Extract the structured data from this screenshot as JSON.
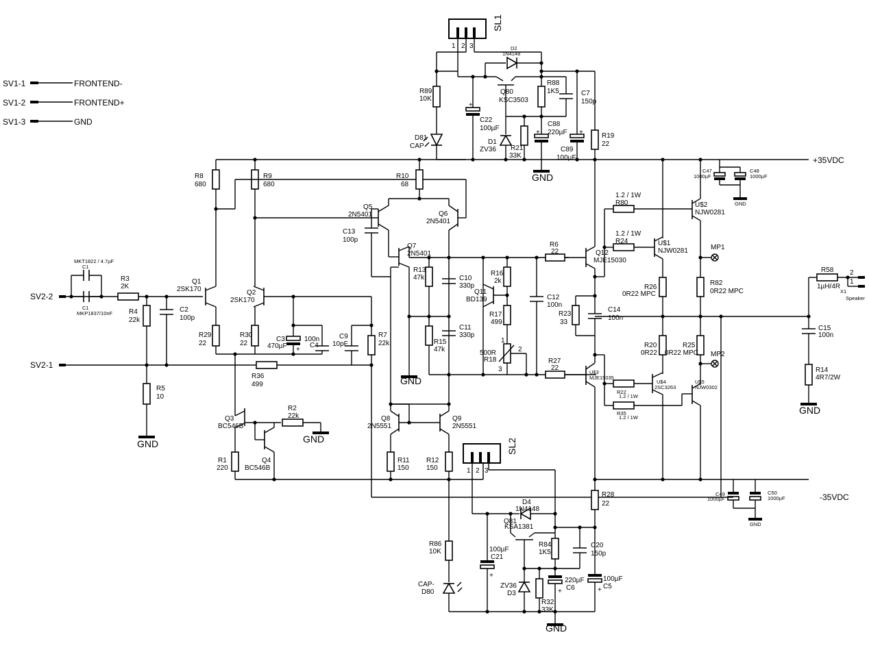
{
  "connectors": {
    "sv1_1": "SV1-1",
    "sv1_2": "SV1-2",
    "sv1_3": "SV1-3",
    "frontend_minus": "FRONTEND-",
    "frontend_plus": "FRONTEND+",
    "gnd": "GND",
    "sv2_2": "SV2-2",
    "sv2_1": "SV2-1",
    "sl1": "SL1",
    "sl2": "SL2",
    "pos_rail": "+35VDC",
    "neg_rail": "-35VDC",
    "pin1": "1",
    "pin2": "2",
    "pin3": "3",
    "x1": "X1",
    "speaker": "Speaker",
    "mp1": "MP1",
    "mp2": "MP2"
  },
  "parts": {
    "r1": "R1",
    "r1_v": "220",
    "r2": "R2",
    "r2_v": "22k",
    "r3": "R3",
    "r3_v": "2K",
    "r4": "R4",
    "r4_v": "22k",
    "r5": "R5",
    "r5_v": "10",
    "r6": "R6",
    "r6_v": "22",
    "r7": "R7",
    "r7_v": "22k",
    "r8": "R8",
    "r8_v": "680",
    "r9": "R9",
    "r9_v": "680",
    "r10": "R10",
    "r10_v": "68",
    "r11": "R11",
    "r11_v": "150",
    "r12": "R12",
    "r12_v": "150",
    "r13": "R13",
    "r13_v": "47k",
    "r14": "R14",
    "r14_v": "4R7/2W",
    "r15": "R15",
    "r15_v": "47k",
    "r16": "R16",
    "r16_v": "2k",
    "r17": "R17",
    "r17_v": "499",
    "r18": "R18",
    "r18_v": "500R",
    "r19": "R19",
    "r19_v": "22",
    "r20": "R20",
    "r20_v": "0R22",
    "r21": "R21",
    "r21_v": "33K",
    "r22": "R22",
    "r22_v": "1.2 / 1W",
    "r23": "R23",
    "r23_v": "33",
    "r24": "R24",
    "r24_v": "1.2 / 1W",
    "r25": "R25",
    "r25_v": "0R22 MPC",
    "r26": "R26",
    "r26_v": "0R22 MPC",
    "r27": "R27",
    "r27_v": "22",
    "r28": "R28",
    "r28_v": "22",
    "r29": "R29",
    "r29_v": "22",
    "r30": "R30",
    "r30_v": "22",
    "r32": "R32",
    "r32_v": "33K",
    "r35": "R35",
    "r35_v": "1.2 / 1W",
    "r36": "R36",
    "r36_v": "499",
    "r58": "R58",
    "r58_v": "1µH/4R",
    "r80": "R80",
    "r80_v": "1.2 / 1W",
    "r82": "R82",
    "r82_v": "0R22 MPC",
    "r84": "R84",
    "r84_v": "1K5",
    "r86": "R86",
    "r86_v": "10K",
    "r88": "R88",
    "r88_v": "1K5",
    "r89": "R89",
    "r89_v": "10K",
    "c1": "C1",
    "c1_v": "MKP1837/10nF",
    "c1b": "C1",
    "c1b_v": "MKT1822 / 4.7µF",
    "c2": "C2",
    "c2_v": "100p",
    "c3": "C3",
    "c3_v": "470µF",
    "c4": "C4",
    "c4_v": "100n",
    "c5": "C5",
    "c5_v": "100µF",
    "c6": "C6",
    "c6_v": "220µF",
    "c7": "C7",
    "c7_v": "150p",
    "c9": "C9",
    "c9_v": "10pF",
    "c10": "C10",
    "c10_v": "330p",
    "c11": "C11",
    "c11_v": "330p",
    "c12": "C12",
    "c12_v": "100n",
    "c13": "C13",
    "c13_v": "100p",
    "c14": "C14",
    "c14_v": "100n",
    "c15": "C15",
    "c15_v": "100n",
    "c20": "C20",
    "c20_v": "150p",
    "c21": "C21",
    "c21_v": "100µF",
    "c22": "C22",
    "c22_v": "100µF",
    "c47": "C47",
    "c47_v": "1000µF",
    "c48": "C48",
    "c48_v": "1000µF",
    "c49": "C49",
    "c49_v": "1000µF",
    "c50": "C50",
    "c50_v": "1000µF",
    "c88": "C88",
    "c88_v": "220µF",
    "c89": "C89",
    "c89_v": "100µF",
    "q1": "Q1",
    "q1_v": "2SK170",
    "q2": "Q2",
    "q2_v": "2SK170",
    "q3": "Q3",
    "q3_v": "BC546B",
    "q4": "Q4",
    "q4_v": "BC546B",
    "q5": "Q5",
    "q5_v": "2N5401",
    "q6": "Q6",
    "q6_v": "2N5401",
    "q7": "Q7",
    "q7_v": "2N5401",
    "q8": "Q8",
    "q8_v": "2N5551",
    "q9": "Q9",
    "q9_v": "2N5551",
    "q11": "Q11",
    "q11_v": "BD139",
    "q12": "Q12",
    "q12_v": "MJE15030",
    "u3": "U$3",
    "u3_v": "MJE15035",
    "u1": "U$1",
    "u1_v": "NJW0281",
    "u2": "U$2",
    "u2_v": "NJW0281",
    "u4": "U$4",
    "u4_v": "2SC3263",
    "u5": "U$5",
    "u5_v": "NJW0302",
    "q80": "Q80",
    "q80_v": "KSC3503",
    "q81": "Q81",
    "q81_v": "KSA1381",
    "d1": "D1",
    "d1_v": "ZV36",
    "d2": "D2",
    "d2_v": "1N4148",
    "d3": "D3",
    "d3_v": "ZV36",
    "d4": "D4",
    "d4_v": "1N4148",
    "d80": "D80",
    "d80_v": "CAP-",
    "d81": "D81",
    "d81_v": "CAP"
  }
}
